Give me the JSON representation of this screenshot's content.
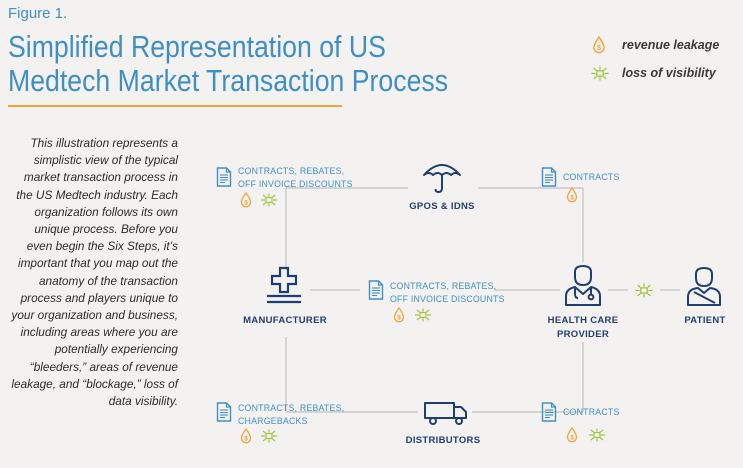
{
  "header": {
    "figure_label": "Figure 1.",
    "title_line1": "Simplified Representation of US",
    "title_line2": "Medtech Market Transaction Process"
  },
  "legend": {
    "revenue_leakage": "revenue leakage",
    "loss_of_visibility": "loss of visibility"
  },
  "description": {
    "text": "This illustration represents a simplistic view of the typical market transaction process in the US Medtech industry. Each organization follows its own unique process. Before you even begin the Six Steps, it’s important that you map out the anatomy of the transaction process and players unique to your organization and business, including areas where you are potentially experiencing “bleeders,” areas of revenue leakage, and “blockage,” loss of data visibility."
  },
  "nodes": {
    "gpos": "GPOS & IDNS",
    "manufacturer": "MANUFACTURER",
    "provider_line1": "HEALTH CARE",
    "provider_line2": "PROVIDER",
    "patient": "PATIENT",
    "distributors": "DISTRIBUTORS"
  },
  "edges": {
    "mfr_gpos_line1": "CONTRACTS, REBATES,",
    "mfr_gpos_line2": "OFF INVOICE DISCOUNTS",
    "gpos_provider": "CONTRACTS",
    "mfr_provider_line1": "CONTRACTS, REBATES,",
    "mfr_provider_line2": "OFF INVOICE DISCOUNTS",
    "mfr_dist_line1": "CONTRACTS, REBATES,",
    "mfr_dist_line2": "CHARGEBACKS",
    "dist_provider": "CONTRACTS"
  },
  "colors": {
    "accent_blue": "#3f8fc4",
    "navy": "#1f3f73",
    "orange": "#f2a43a",
    "green": "#9bc53d",
    "line_gray": "#c9c9c9"
  },
  "icons": {
    "revenue": "revenue-leakage-drop-icon",
    "visibility": "loss-of-visibility-burst-icon",
    "document": "document-icon",
    "umbrella": "umbrella-icon",
    "manufacturer": "medical-cross-building-icon",
    "provider": "doctor-icon",
    "patient": "patient-icon",
    "truck": "truck-icon"
  }
}
